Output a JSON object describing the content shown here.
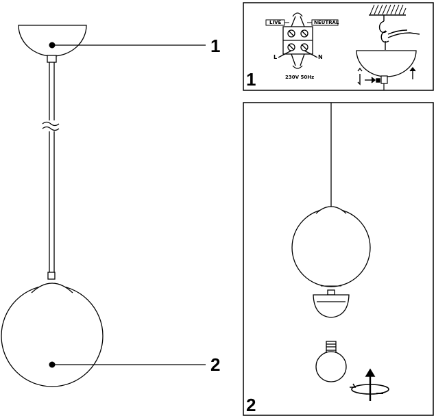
{
  "callouts": {
    "canopy": "1",
    "shade": "2"
  },
  "panel1": {
    "number": "1",
    "live_label": "LIVE",
    "neutral_label": "NEUTRAL",
    "l_label": "L",
    "n_label": "N",
    "voltage_label": "230V 50Hz"
  },
  "panel2": {
    "number": "2"
  }
}
